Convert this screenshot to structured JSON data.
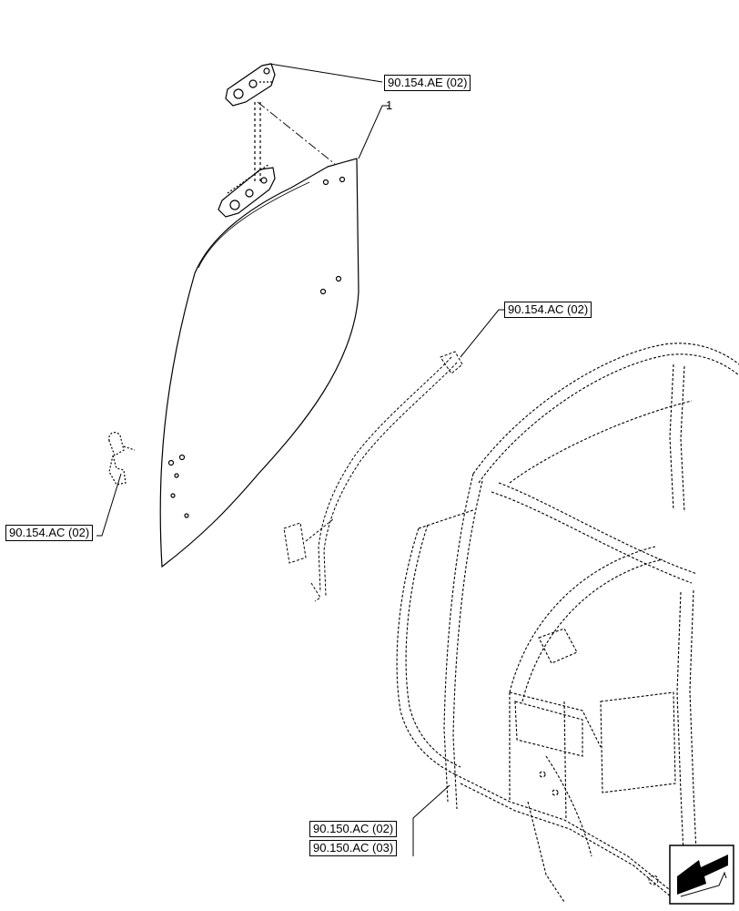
{
  "diagram": {
    "item_number": "1",
    "references": {
      "hinge": "90.154.AE (02)",
      "handle_left": "90.154.AC (02)",
      "harness": "90.154.AC (02)",
      "cab_a": "90.150.AC (02)",
      "cab_b": "90.150.AC (03)"
    },
    "icons": {
      "nav": "arrow-navigation-icon"
    }
  }
}
